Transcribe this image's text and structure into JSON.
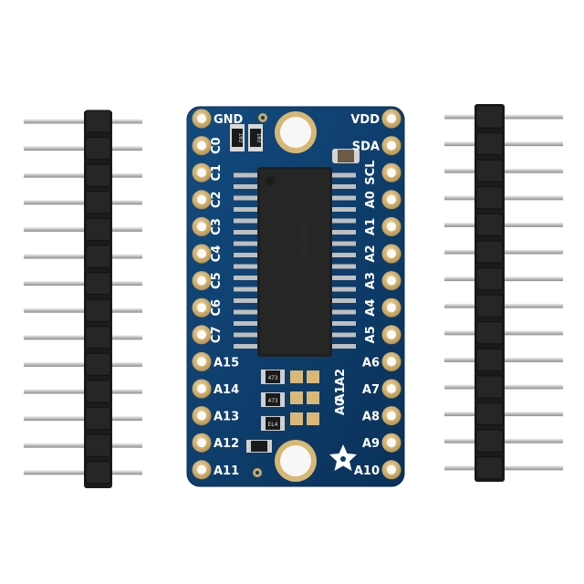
{
  "board": {
    "left_labels": [
      "GND",
      "C0",
      "C1",
      "C2",
      "C3",
      "C4",
      "C5",
      "C6",
      "C7",
      "A15",
      "A14",
      "A13",
      "A12",
      "A11"
    ],
    "right_labels": [
      "VDD",
      "SDA",
      "SCL",
      "A0",
      "A1",
      "A2",
      "A3",
      "A4",
      "A5",
      "A6",
      "A7",
      "A8",
      "A9",
      "A10"
    ],
    "jumper_labels": [
      "A0",
      "A1",
      "A2"
    ],
    "chip_text": "HOLTEK",
    "resistor_codes": [
      "103",
      "103"
    ],
    "smd_codes": [
      "473",
      "473",
      "EL4"
    ],
    "colors": {
      "pcb": "#0c3a66",
      "pad": "#d9b878",
      "chip": "#222222",
      "header": "#1b1b1b",
      "pin": "#c8c8c8"
    }
  },
  "headers": {
    "left_pins": 14,
    "right_pins": 14
  }
}
